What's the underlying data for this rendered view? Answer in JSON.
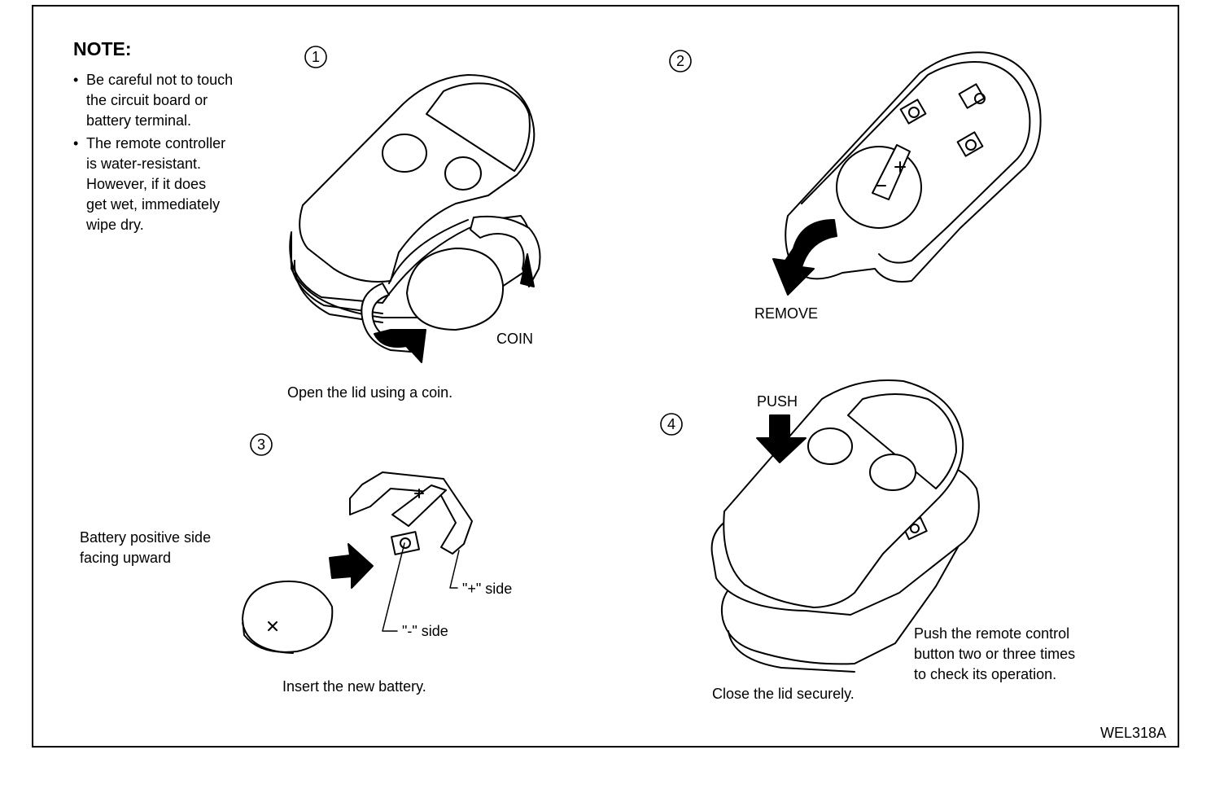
{
  "note": {
    "title": "NOTE:",
    "bullet_symbol": "•",
    "items": [
      {
        "text": "Be careful not to touch\nthe circuit board or\nbattery terminal."
      },
      {
        "text": "The remote controller\nis water-resistant.\nHowever, if it does\nget wet, immediately\nwipe dry."
      }
    ]
  },
  "steps": [
    {
      "number": "1",
      "caption": "Open the lid using a coin.",
      "labels": {
        "coin": "COIN"
      }
    },
    {
      "number": "2",
      "labels": {
        "remove": "REMOVE"
      }
    },
    {
      "number": "3",
      "caption": "Insert the new battery.",
      "labels": {
        "orientation": "Battery positive side\nfacing upward",
        "plus_side": "\"+\" side",
        "minus_side": "\"-\" side"
      }
    },
    {
      "number": "4",
      "caption": "Close the lid securely.",
      "labels": {
        "push": "PUSH",
        "check": "Push the remote control\nbutton two or three times\nto check its operation."
      }
    }
  ],
  "figure_id": "WEL318A"
}
